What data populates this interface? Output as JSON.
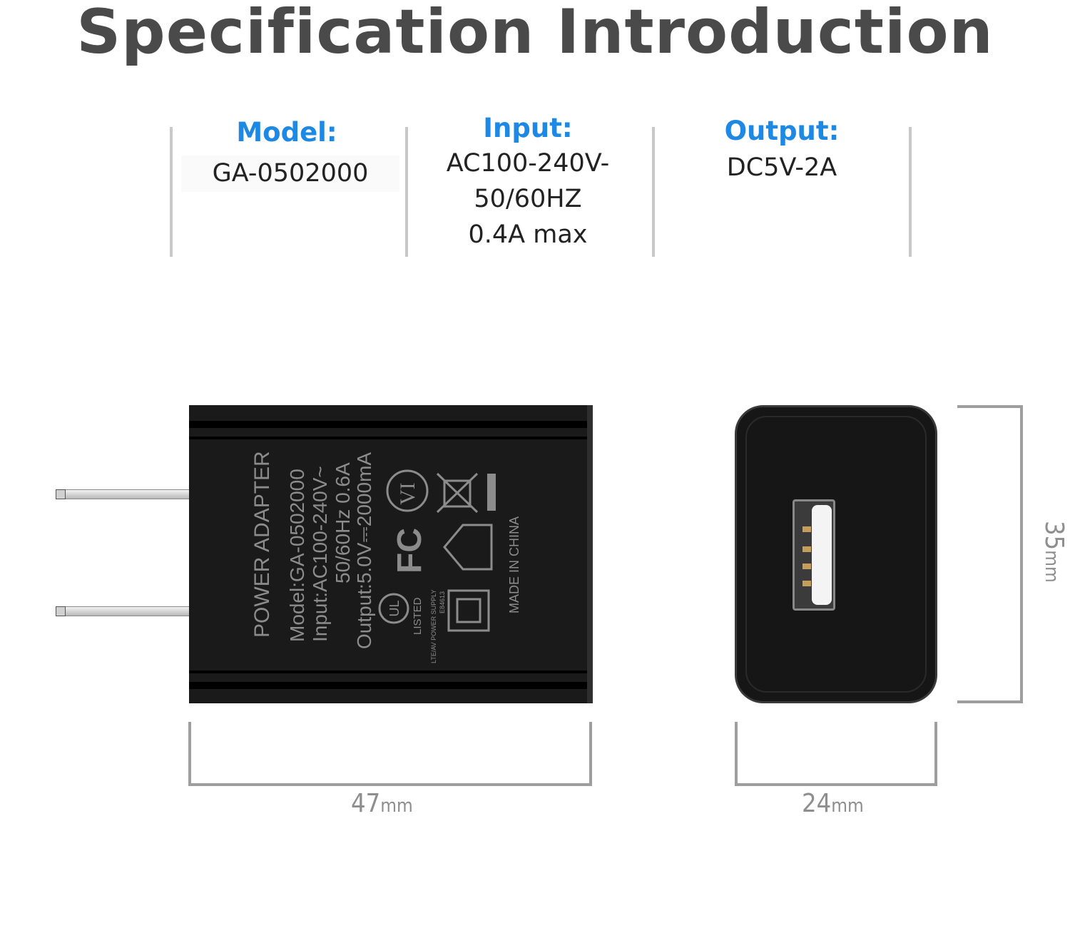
{
  "title": "Specification Introduction",
  "specs": {
    "model_label": "Model:",
    "model_value": "GA-0502000",
    "input_label": "Input:",
    "input_line1": "AC100-240V-",
    "input_line2": "50/60HZ",
    "input_line3": "0.4A max",
    "output_label": "Output:",
    "output_value": "DC5V-2A"
  },
  "adapter_label": {
    "line1": "POWER ADAPTER",
    "line2": "Model:GA-0502000",
    "line3": "Input:AC100-240V~",
    "line4": "50/60Hz 0.6A",
    "line5": "Output:5.0V⎓2000mA",
    "ul_listed": "LISTED",
    "ul_supply": "LTE/AV POWER SUPPLY",
    "ul_code": "E84613",
    "vi_mark": "VI",
    "fcc_mark": "FC",
    "made_in": "MADE IN CHINA"
  },
  "dimensions": {
    "width": "47",
    "width_unit": "mm",
    "depth": "24",
    "depth_unit": "mm",
    "height": "35",
    "height_unit": "mm"
  }
}
